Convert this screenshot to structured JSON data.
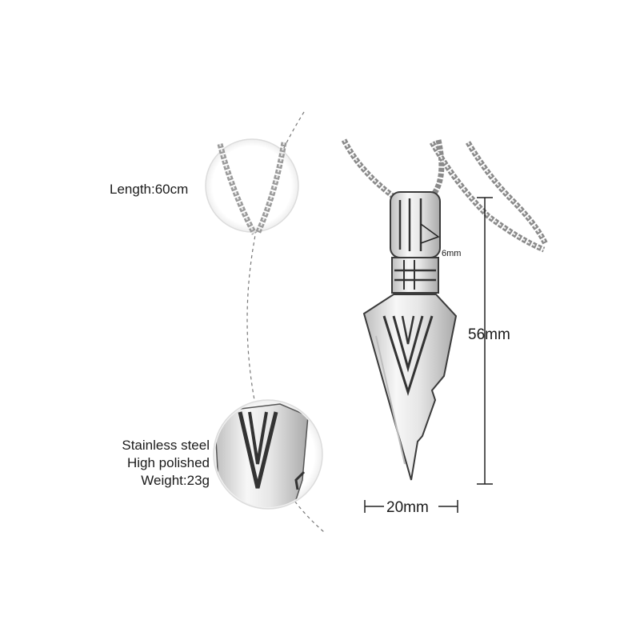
{
  "specs": {
    "length": "Length:60cm",
    "material": "Stainless steel",
    "finish": "High polished",
    "weight": "Weight:23g"
  },
  "dimensions": {
    "height": "56mm",
    "width": "20mm",
    "bail": "6mm"
  },
  "colors": {
    "metal_light": "#f2f2f2",
    "metal_mid": "#c8c8c8",
    "metal_dark": "#3a3a3a",
    "line": "#222222",
    "dashed": "#666666",
    "circle": "#d9d9d9"
  }
}
